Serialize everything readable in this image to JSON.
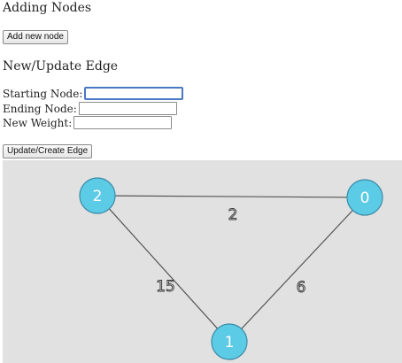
{
  "add_section": {
    "title": "Adding Nodes",
    "add_button_label": "Add new node"
  },
  "edge_section": {
    "title": "New/Update Edge",
    "starting_node_label": "Starting Node:",
    "starting_node_value": "",
    "ending_node_label": "Ending Node:",
    "ending_node_value": "",
    "new_weight_label": "New Weight:",
    "new_weight_value": "",
    "submit_button_label": "Update/Create Edge"
  },
  "graph": {
    "nodes": [
      {
        "id": "0",
        "label": "0"
      },
      {
        "id": "1",
        "label": "1"
      },
      {
        "id": "2",
        "label": "2"
      }
    ],
    "edges": [
      {
        "from": "2",
        "to": "0",
        "weight": "2"
      },
      {
        "from": "2",
        "to": "1",
        "weight": "15"
      },
      {
        "from": "0",
        "to": "1",
        "weight": "6"
      }
    ],
    "colors": {
      "canvas_background": "#e1e1e1",
      "node_fill": "#5ccbe6",
      "node_stroke": "#3c8aa6",
      "edge_stroke": "#555555"
    }
  }
}
